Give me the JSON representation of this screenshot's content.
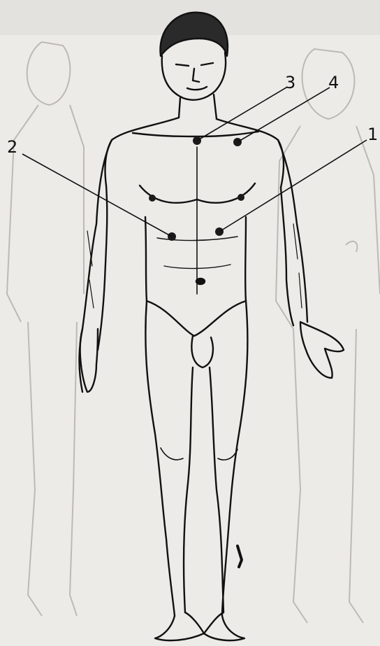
{
  "figure": {
    "title_text": "",
    "labels": [
      {
        "id": "1",
        "text": "1"
      },
      {
        "id": "2",
        "text": "2"
      },
      {
        "id": "3",
        "text": "3"
      },
      {
        "id": "4",
        "text": "4"
      }
    ],
    "colors": {
      "paper": "#ecebe8",
      "ink": "#111111",
      "ghost_ink": "#bdbab4",
      "point": "#1a1a1a"
    }
  }
}
